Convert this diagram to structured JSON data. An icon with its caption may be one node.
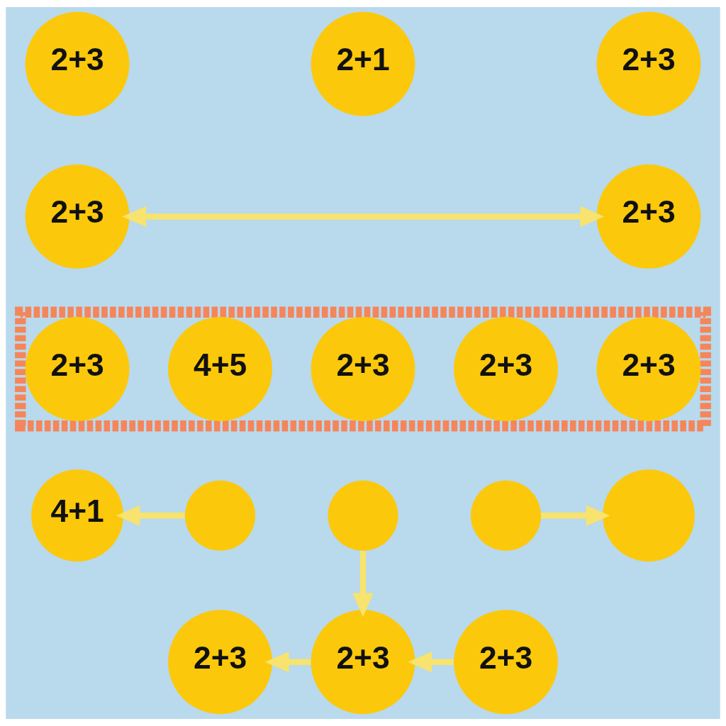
{
  "diagram": {
    "nodes": [
      {
        "text": [
          "2+3"
        ]
      },
      {
        "text": [
          "2+1"
        ]
      },
      {
        "text": [
          "2+3"
        ]
      },
      {
        "text": [
          "2+3"
        ]
      },
      {
        "text": [
          "2+3"
        ]
      },
      {
        "text": [],
        "shape": "bar"
      },
      {
        "text": [
          "2+3"
        ],
        "in": 5
      },
      {
        "text": [
          "4+5"
        ],
        "in": 5
      },
      {
        "text": [
          "2+3"
        ],
        "in": 5
      },
      {
        "text": [
          "2+3"
        ],
        "in": 5
      },
      {
        "text": [
          "2+3"
        ],
        "in": 5
      },
      {
        "text": [
          "4+1"
        ]
      },
      {
        "text": [],
        "shape": "circle"
      },
      {
        "text": [],
        "shape": "circle"
      },
      {
        "text": [],
        "shape": "circle"
      },
      {
        "text": [],
        "shape": "circle"
      },
      {
        "text": [
          "2+3"
        ]
      },
      {
        "text": [
          "2+3"
        ]
      },
      {
        "text": [
          "2+3"
        ]
      }
    ],
    "edges": [
      {
        "from": 3,
        "to": 4,
        "arrow": "both"
      },
      {
        "from": 12,
        "to": 11,
        "arrow": "to"
      },
      {
        "from": 14,
        "to": 15,
        "arrow": "to"
      },
      {
        "from": 13,
        "to": 17,
        "arrow": "to"
      },
      {
        "from": 17,
        "to": 16,
        "arrow": "to"
      },
      {
        "from": 18,
        "to": 17,
        "arrow": "to"
      }
    ]
  }
}
